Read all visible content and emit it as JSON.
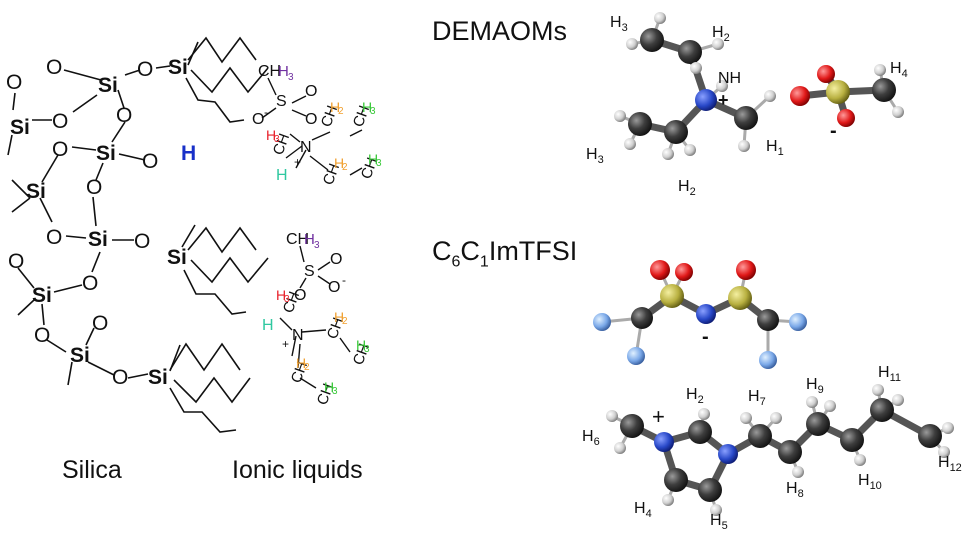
{
  "captions": {
    "silica": "Silica",
    "ionic_liquids": "Ionic liquids"
  },
  "titles": {
    "demaoms": "DEMAOMs",
    "c6c1im": {
      "c": "C",
      "s1": "6",
      "c2": "C",
      "s2": "1",
      "rest": "ImTFSI"
    }
  },
  "silica_atoms": {
    "si": "Si",
    "o": "O",
    "h": "H"
  },
  "il_top": {
    "s": "S",
    "o": "O",
    "ominus": "O",
    "minus": "-",
    "ch3": "CH",
    "h3": "H",
    "sub3": "3",
    "sub2": "2",
    "ch2": "CH",
    "h2": "H",
    "n": "N",
    "h": "H",
    "plus": "+"
  },
  "demaoms_labels": {
    "nh": "NH",
    "plus": "+",
    "minus": "-",
    "h": "H",
    "h1": "1",
    "h2": "2",
    "h3": "3",
    "h4": "4"
  },
  "c6_labels": {
    "h": "H",
    "plus": "+",
    "minus": "-",
    "h2": "2",
    "h4": "4",
    "h5": "5",
    "h6": "6",
    "h7": "7",
    "h8": "8",
    "h9": "9",
    "h10": "10",
    "h11": "11",
    "h12": "12"
  },
  "colors": {
    "carbon": "#3a3a3a",
    "hydrogen": "#d9d9d9",
    "nitrogen": "#2848c8",
    "oxygen": "#e01818",
    "sulfur": "#b8b040",
    "fluorine": "#7aa8e8",
    "ch3_red": "#e8202a",
    "ch2_orange": "#f0a030",
    "ch3_green": "#38c838",
    "h_teal": "#30c8a0",
    "h3_purple": "#7030a0",
    "h_blue": "#1830c8"
  }
}
